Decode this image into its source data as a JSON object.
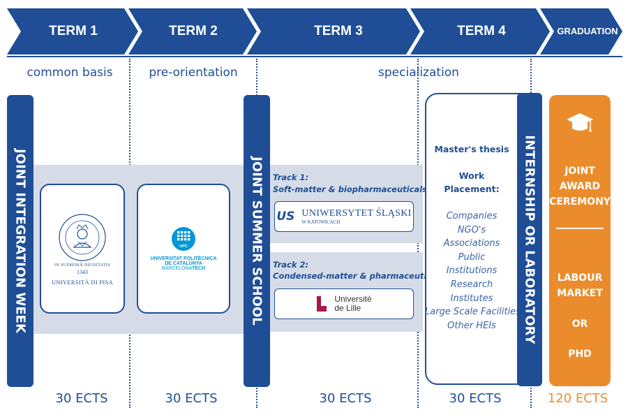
{
  "terms": {
    "t1": "TERM 1",
    "t2": "TERM 2",
    "t3": "TERM 3",
    "t4": "TERM 4",
    "graduation": "GRADUATION"
  },
  "phases": {
    "p1": "common basis",
    "p2": "pre-orientation",
    "p3": "specialization"
  },
  "vertical_labels": {
    "integration_week": "JOINT INTEGRATION WEEK",
    "summer_school": "JOINT SUMMER SCHOOL",
    "internship": "INTERNSHIP OR LABORATORY"
  },
  "universities": {
    "pisa": {
      "line1": "IN SUPREMÆ DIGNITATIS",
      "year": "1343",
      "name": "UNIVERSITÀ DI PISA"
    },
    "upc": {
      "line1": "UNIVERSITAT POLITÈCNICA",
      "line2": "DE CATALUNYA",
      "line3a": "BARCELONA",
      "line3b": "TECH",
      "badge": "UPC"
    },
    "silesia": {
      "mark": "US",
      "name": "UNIWERSYTET ŚLĄSKI",
      "sub": "W KATOWICACH"
    },
    "lille": {
      "line1": "Université",
      "line2": "de Lille"
    }
  },
  "tracks": {
    "track1_label": "Track 1:",
    "track1_title": "Soft-matter & biopharmaceuticals",
    "track2_label": "Track 2:",
    "track2_title": "Condensed-matter & pharmaceuticals"
  },
  "term4": {
    "thesis": "Master's thesis",
    "work1": "Work",
    "work2": "Placement:",
    "places": [
      "Companies",
      "NGO's",
      "Associations",
      "Public",
      "Institutions",
      "Research",
      "Institutes",
      "Large Scale Facilities",
      "Other HEIs"
    ]
  },
  "graduation_col": {
    "award1": "JOINT",
    "award2": "AWARD",
    "award3": "CEREMONY",
    "labour1": "LABOUR",
    "labour2": "MARKET",
    "or": "OR",
    "phd": "PHD",
    "icon": "graduation-cap-icon"
  },
  "ects": {
    "e1": "30 ECTS",
    "e2": "30 ECTS",
    "e3": "30 ECTS",
    "e4": "30 ECTS",
    "total": "120 ECTS"
  },
  "colors": {
    "navy": "#1f4e96",
    "orange": "#eb8c2c",
    "band": "#d5dce8"
  }
}
